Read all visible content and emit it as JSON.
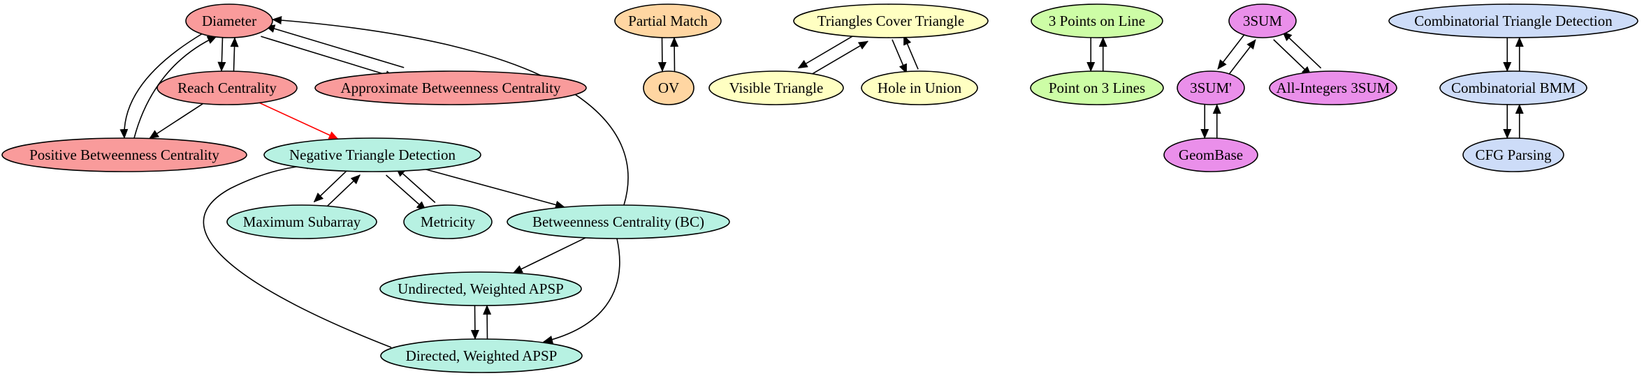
{
  "colors": {
    "red": "#f99b9b",
    "teal": "#b7f1e2",
    "orange": "#ffd6a2",
    "yellow": "#ffffc2",
    "green": "#cdfda6",
    "magenta": "#ea8fea",
    "blue": "#cddcf8",
    "edge_default": "#000000",
    "edge_highlight": "#ff0000"
  },
  "nodes": [
    {
      "id": "diameter",
      "label": "Diameter",
      "color": "red"
    },
    {
      "id": "reach_centrality",
      "label": "Reach Centrality",
      "color": "red"
    },
    {
      "id": "approx_bc",
      "label": "Approximate Betweenness Centrality",
      "color": "red"
    },
    {
      "id": "positive_bc",
      "label": "Positive Betweenness Centrality",
      "color": "red"
    },
    {
      "id": "negative_triangle",
      "label": "Negative Triangle Detection",
      "color": "teal"
    },
    {
      "id": "max_subarray",
      "label": "Maximum Subarray",
      "color": "teal"
    },
    {
      "id": "metricity",
      "label": "Metricity",
      "color": "teal"
    },
    {
      "id": "bc",
      "label": "Betweenness Centrality (BC)",
      "color": "teal"
    },
    {
      "id": "undirected_apsp",
      "label": "Undirected, Weighted APSP",
      "color": "teal"
    },
    {
      "id": "directed_apsp",
      "label": "Directed, Weighted APSP",
      "color": "teal"
    },
    {
      "id": "partial_match",
      "label": "Partial Match",
      "color": "orange"
    },
    {
      "id": "ov",
      "label": "OV",
      "color": "orange"
    },
    {
      "id": "triangles_cover",
      "label": "Triangles Cover Triangle",
      "color": "yellow"
    },
    {
      "id": "visible_triangle",
      "label": "Visible Triangle",
      "color": "yellow"
    },
    {
      "id": "hole_in_union",
      "label": "Hole in Union",
      "color": "yellow"
    },
    {
      "id": "three_points",
      "label": "3 Points on Line",
      "color": "green"
    },
    {
      "id": "point_on_3_lines",
      "label": "Point on 3 Lines",
      "color": "green"
    },
    {
      "id": "threesum",
      "label": "3SUM",
      "color": "magenta"
    },
    {
      "id": "threesum_prime",
      "label": "3SUM'",
      "color": "magenta"
    },
    {
      "id": "all_integers_3sum",
      "label": "All-Integers 3SUM",
      "color": "magenta"
    },
    {
      "id": "geombase",
      "label": "GeomBase",
      "color": "magenta"
    },
    {
      "id": "comb_triangle",
      "label": "Combinatorial Triangle Detection",
      "color": "blue"
    },
    {
      "id": "comb_bmm",
      "label": "Combinatorial BMM",
      "color": "blue"
    },
    {
      "id": "cfg_parsing",
      "label": "CFG Parsing",
      "color": "blue"
    }
  ],
  "edges": [
    {
      "from": "diameter",
      "to": "reach_centrality"
    },
    {
      "from": "reach_centrality",
      "to": "diameter"
    },
    {
      "from": "diameter",
      "to": "approx_bc"
    },
    {
      "from": "approx_bc",
      "to": "diameter"
    },
    {
      "from": "diameter",
      "to": "positive_bc"
    },
    {
      "from": "positive_bc",
      "to": "diameter"
    },
    {
      "from": "reach_centrality",
      "to": "positive_bc"
    },
    {
      "from": "reach_centrality",
      "to": "negative_triangle",
      "highlight": true
    },
    {
      "from": "negative_triangle",
      "to": "max_subarray"
    },
    {
      "from": "max_subarray",
      "to": "negative_triangle"
    },
    {
      "from": "negative_triangle",
      "to": "metricity"
    },
    {
      "from": "metricity",
      "to": "negative_triangle"
    },
    {
      "from": "negative_triangle",
      "to": "bc"
    },
    {
      "from": "bc",
      "to": "diameter"
    },
    {
      "from": "bc",
      "to": "undirected_apsp"
    },
    {
      "from": "bc",
      "to": "directed_apsp"
    },
    {
      "from": "undirected_apsp",
      "to": "directed_apsp"
    },
    {
      "from": "directed_apsp",
      "to": "undirected_apsp"
    },
    {
      "from": "directed_apsp",
      "to": "negative_triangle"
    },
    {
      "from": "partial_match",
      "to": "ov"
    },
    {
      "from": "ov",
      "to": "partial_match"
    },
    {
      "from": "triangles_cover",
      "to": "visible_triangle"
    },
    {
      "from": "visible_triangle",
      "to": "triangles_cover"
    },
    {
      "from": "triangles_cover",
      "to": "hole_in_union"
    },
    {
      "from": "hole_in_union",
      "to": "triangles_cover"
    },
    {
      "from": "three_points",
      "to": "point_on_3_lines"
    },
    {
      "from": "point_on_3_lines",
      "to": "three_points"
    },
    {
      "from": "threesum",
      "to": "threesum_prime"
    },
    {
      "from": "threesum_prime",
      "to": "threesum"
    },
    {
      "from": "threesum",
      "to": "all_integers_3sum"
    },
    {
      "from": "all_integers_3sum",
      "to": "threesum"
    },
    {
      "from": "threesum_prime",
      "to": "geombase"
    },
    {
      "from": "geombase",
      "to": "threesum_prime"
    },
    {
      "from": "comb_triangle",
      "to": "comb_bmm"
    },
    {
      "from": "comb_bmm",
      "to": "comb_triangle"
    },
    {
      "from": "comb_bmm",
      "to": "cfg_parsing"
    },
    {
      "from": "cfg_parsing",
      "to": "comb_bmm"
    }
  ]
}
